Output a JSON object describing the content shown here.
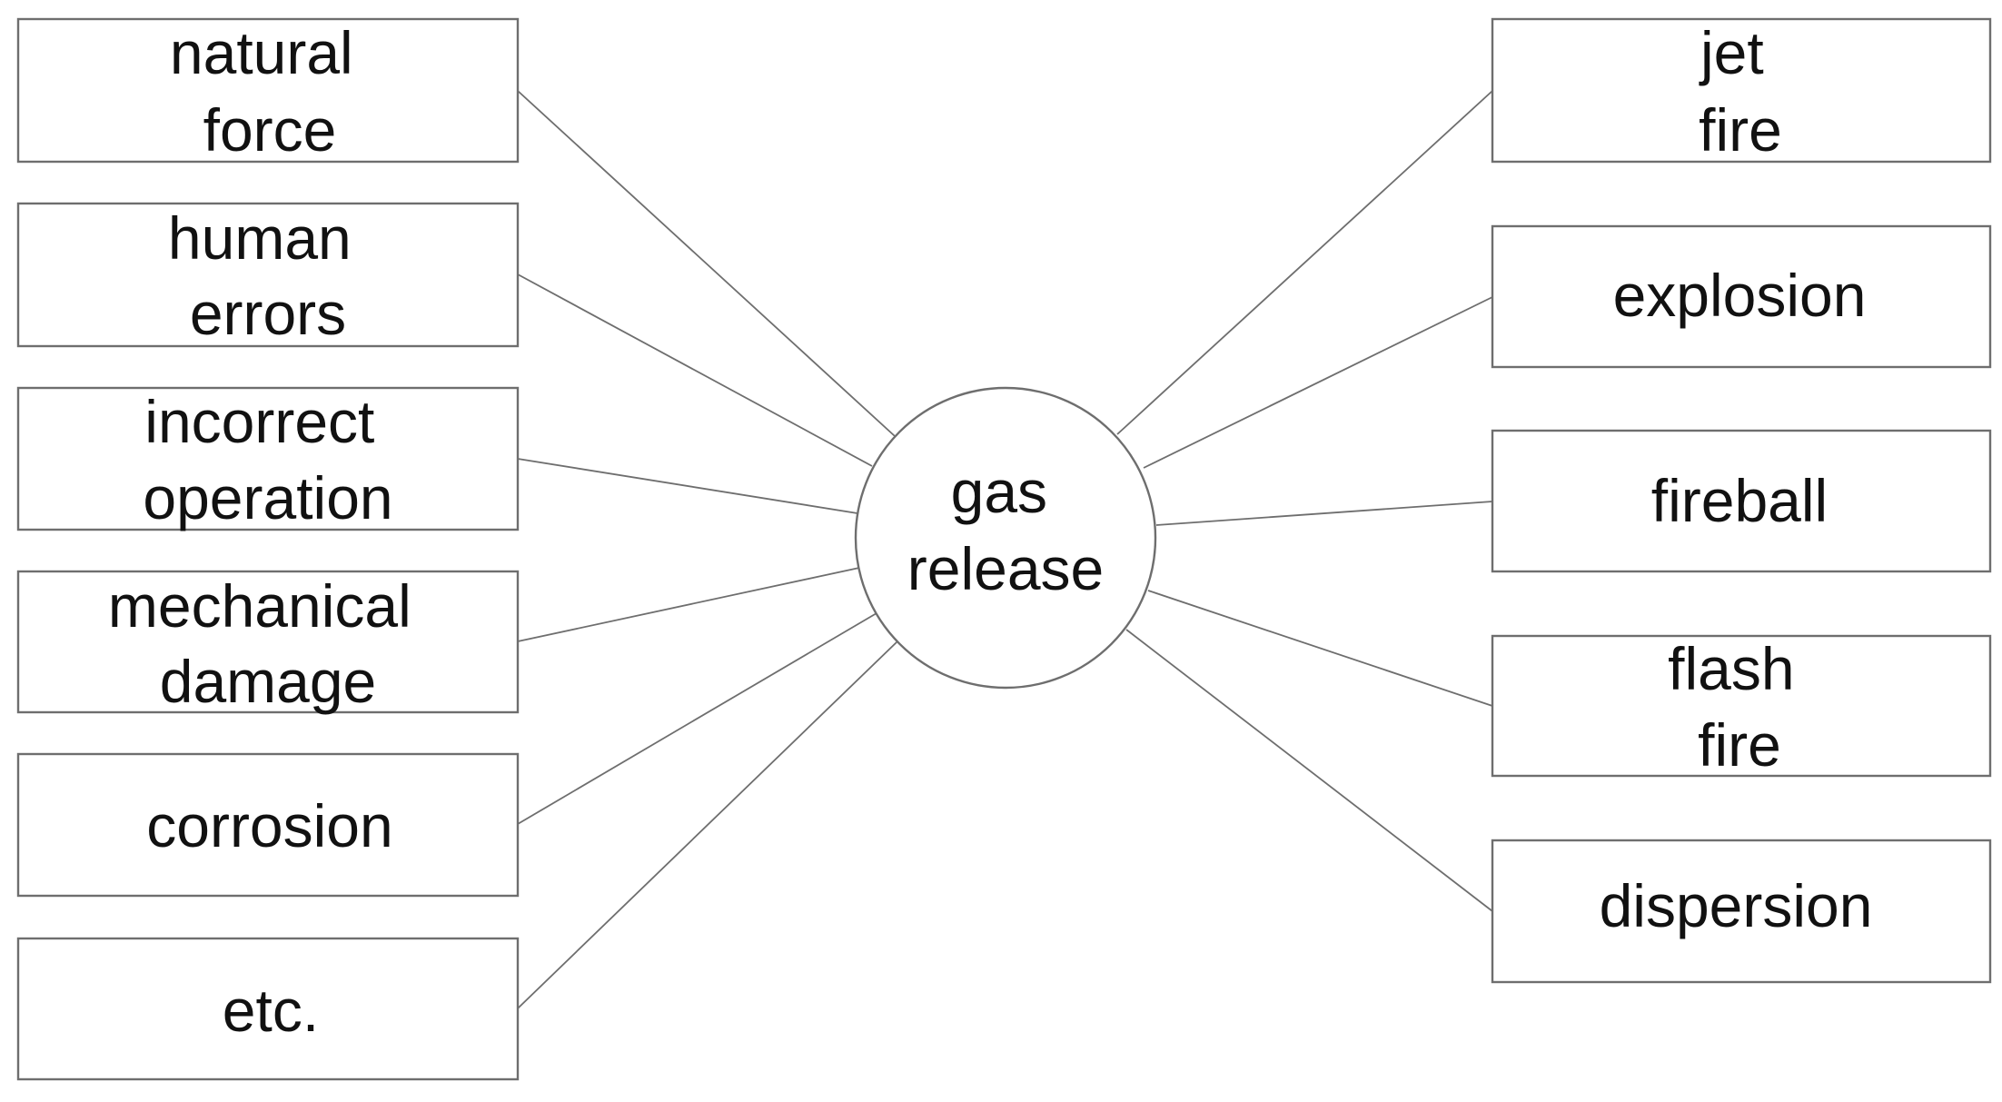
{
  "center": {
    "lines": [
      "gas",
      "release"
    ]
  },
  "causes": [
    {
      "lines": [
        "natural",
        "force"
      ]
    },
    {
      "lines": [
        "human",
        "errors"
      ]
    },
    {
      "lines": [
        "incorrect",
        "operation"
      ]
    },
    {
      "lines": [
        "mechanical",
        "damage"
      ]
    },
    {
      "lines": [
        "corrosion"
      ]
    },
    {
      "lines": [
        "etc."
      ]
    }
  ],
  "consequences": [
    {
      "lines": [
        "jet",
        "fire"
      ]
    },
    {
      "lines": [
        "explosion"
      ]
    },
    {
      "lines": [
        "fireball"
      ]
    },
    {
      "lines": [
        "flash",
        "fire"
      ]
    },
    {
      "lines": [
        "dispersion"
      ]
    }
  ]
}
